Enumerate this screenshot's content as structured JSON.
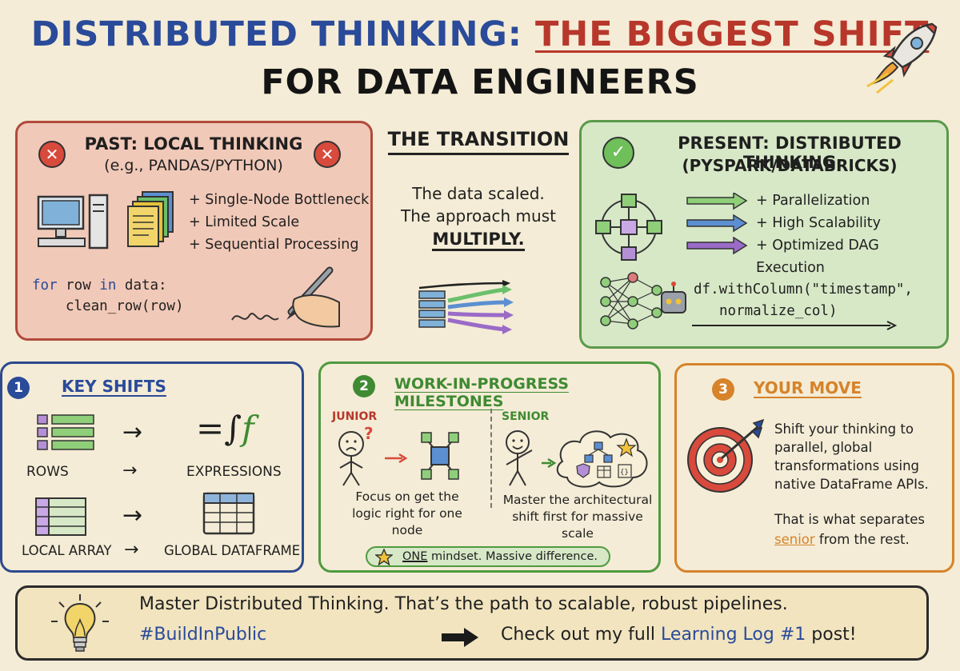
{
  "title": {
    "part1": "DISTRIBUTED THINKING:",
    "part2": "THE BIGGEST SHIFT",
    "line2": "FOR DATA ENGINEERS"
  },
  "past": {
    "title": "PAST: LOCAL THINKING",
    "subtitle": "(e.g., PANDAS/PYTHON)",
    "bullets": [
      "+ Single-Node Bottleneck",
      "+ Limited Scale",
      "+ Sequential Processing"
    ],
    "code_line1_kw": "for",
    "code_line1_mid": " row ",
    "code_line1_kw2": "in",
    "code_line1_end": " data:",
    "code_line2": "clean_row(row)"
  },
  "transition": {
    "title": "THE TRANSITION",
    "line1": "The data scaled.",
    "line2": "The approach must",
    "line3": "MULTIPLY."
  },
  "present": {
    "title": "PRESENT: DISTRIBUTED THINKING",
    "subtitle": "(PYSPARK/DATABRICKS)",
    "bullets": [
      "+ Parallelization",
      "+ High Scalability",
      "+ Optimized DAG Execution"
    ],
    "code_line1": "df.withColumn(\"timestamp\",",
    "code_line2": "normalize_col)"
  },
  "shifts": {
    "number": "1",
    "title": "KEY SHIFTS",
    "row1_left": "ROWS",
    "row1_right": "EXPRESSIONS",
    "row2_left": "LOCAL ARRAY",
    "row2_right": "GLOBAL DATAFRAME"
  },
  "milestones": {
    "number": "2",
    "title": "WORK-IN-PROGRESS MILESTONES",
    "junior_label": "JUNIOR",
    "junior_text1": "Focus on get the",
    "junior_text2": "logic right for one",
    "junior_text3": "node",
    "senior_label": "SENIOR",
    "senior_text1": "Master the architectural",
    "senior_text2": "shift first for massive",
    "senior_text3": "scale",
    "banner_em": "ONE",
    "banner_rest": " mindset. Massive difference."
  },
  "move": {
    "number": "3",
    "title": "YOUR MOVE",
    "text1": "Shift your thinking to",
    "text2": "parallel, global",
    "text3": "transformations using",
    "text4": "native DataFrame APIs.",
    "text5": "That is what separates",
    "text6_em": "senior",
    "text6_rest": " from the rest."
  },
  "footer": {
    "line1": "Master Distributed Thinking. That’s the path to scalable, robust pipelines.",
    "hashtag": "#BuildInPublic",
    "cta_pre": "Check out my full ",
    "cta_link": "Learning Log #1",
    "cta_post": " post!"
  },
  "colors": {
    "blue": "#2a4a9a",
    "red": "#b8372b",
    "green": "#3f8a33",
    "orange": "#d6832a",
    "background": "#f4ecd6"
  }
}
